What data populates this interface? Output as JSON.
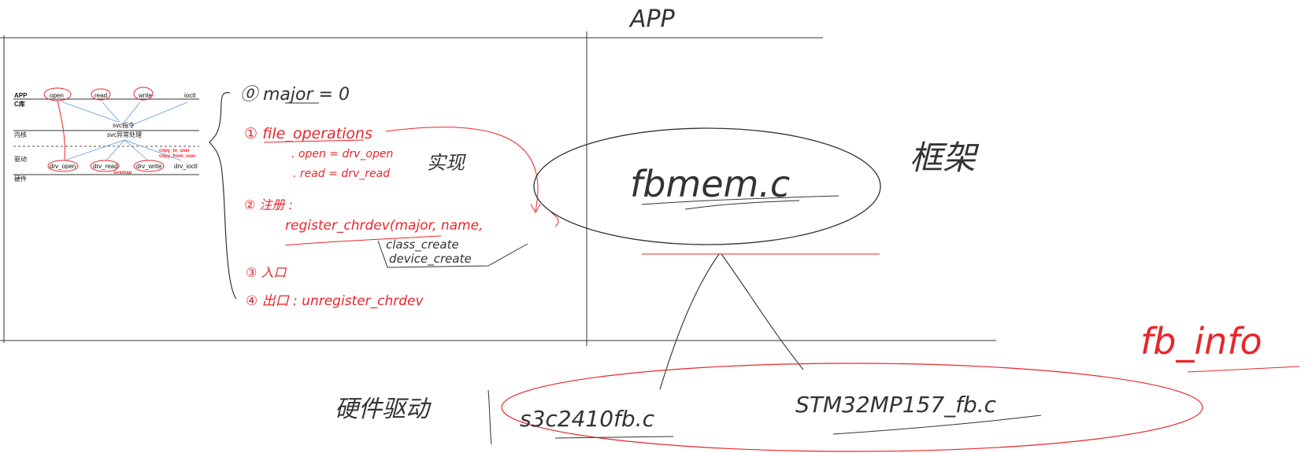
{
  "colors": {
    "ink": "#333333",
    "red": "#e8262b",
    "arrow": "#5b9bd5"
  },
  "top_label": "APP",
  "layer_diagram": {
    "layers": [
      "APP",
      "C库",
      "内核",
      "驱动",
      "硬件"
    ],
    "app_calls": [
      "open",
      "read",
      "write",
      "ioctl"
    ],
    "svc_instruction": "svc指令",
    "svc_handler": "svc异常处理",
    "copy_to_user": "copy_to_user",
    "copy_from_user": "copy_from_user",
    "drv_calls": [
      "drv_open",
      "drv_read",
      "drv_write",
      "drv_ioctl"
    ],
    "ioremap": "ioremap"
  },
  "steps": {
    "step0": "⓪ major = 0",
    "step1": "① file_operations",
    "step1_open": ". open = drv_open",
    "step1_read": ". read = drv_read",
    "step1_note": "实现",
    "step2": "② 注册 :",
    "step2_call": "register_chrdev(major, name,",
    "step2_class": "class_create",
    "step2_device": "device_create",
    "step3": "③ 入口",
    "step4": "④ 出口 : unregister_chrdev"
  },
  "framework": {
    "core_file": "fbmem.c",
    "label": "框架",
    "hw_label": "硬件驱动",
    "driver_a": "s3c2410fb.c",
    "driver_b": "STM32MP157_fb.c",
    "struct": "fb_info"
  }
}
